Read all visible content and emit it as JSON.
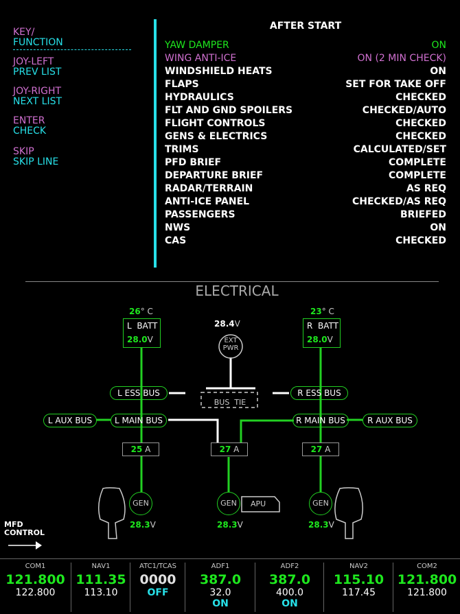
{
  "keys": [
    {
      "top": "KEY/",
      "bottom": "FUNCTION"
    },
    {
      "top": "JOY-LEFT",
      "bottom": "PREV LIST"
    },
    {
      "top": "JOY-RIGHT",
      "bottom": "NEXT LIST"
    },
    {
      "top": "ENTER",
      "bottom": "CHECK"
    },
    {
      "top": "SKIP",
      "bottom": "SKIP LINE"
    }
  ],
  "checklist": {
    "title": "AFTER START",
    "items": [
      {
        "item": "YAW DAMPER",
        "value": "ON",
        "state": "done"
      },
      {
        "item": "WING ANTI-ICE",
        "value": "ON (2 MIN CHECK)",
        "state": "active"
      },
      {
        "item": "WINDSHIELD HEATS",
        "value": "ON",
        "state": "pending"
      },
      {
        "item": "FLAPS",
        "value": "SET FOR TAKE OFF",
        "state": "pending"
      },
      {
        "item": "HYDRAULICS",
        "value": "CHECKED",
        "state": "pending"
      },
      {
        "item": "FLT AND GND SPOILERS",
        "value": "CHECKED/AUTO",
        "state": "pending"
      },
      {
        "item": "FLIGHT CONTROLS",
        "value": "CHECKED",
        "state": "pending"
      },
      {
        "item": "GENS & ELECTRICS",
        "value": "CHECKED",
        "state": "pending"
      },
      {
        "item": "TRIMS",
        "value": "CALCULATED/SET",
        "state": "pending"
      },
      {
        "item": "PFD BRIEF",
        "value": "COMPLETE",
        "state": "pending"
      },
      {
        "item": "DEPARTURE BRIEF",
        "value": "COMPLETE",
        "state": "pending"
      },
      {
        "item": "RADAR/TERRAIN",
        "value": "AS REQ",
        "state": "pending"
      },
      {
        "item": "ANTI-ICE PANEL",
        "value": "CHECKED/AS REQ",
        "state": "pending"
      },
      {
        "item": "PASSENGERS",
        "value": "BRIEFED",
        "state": "pending"
      },
      {
        "item": "NWS",
        "value": "ON",
        "state": "pending"
      },
      {
        "item": "CAS",
        "value": "CHECKED",
        "state": "pending"
      }
    ]
  },
  "electrical": {
    "title": "ELECTRICAL",
    "l_batt": {
      "label": "L  BATT",
      "temp": "26",
      "volt": "28.0"
    },
    "r_batt": {
      "label": "R  BATT",
      "temp": "23",
      "volt": "28.0"
    },
    "temp_unit": "° C",
    "ext_pwr": {
      "label1": "EXT",
      "label2": "PWR",
      "volt": "28.4"
    },
    "volt_unit": "V",
    "amp_unit": "A",
    "buses": {
      "l_ess": "L ESS BUS",
      "r_ess": "R ESS BUS",
      "bus_tie": "BUS  TIE",
      "l_aux": "L AUX BUS",
      "l_main": "L MAIN BUS",
      "r_main": "R MAIN BUS",
      "r_aux": "R AUX BUS"
    },
    "amps": {
      "left": "25",
      "center": "27",
      "right": "27"
    },
    "gen_label": "GEN",
    "apu_label": "APU",
    "gen_volts": {
      "left": "28.3",
      "center": "28.3",
      "right": "28.3"
    }
  },
  "mfd_control": {
    "line1": "MFD",
    "line2": "CONTROL"
  },
  "radios": [
    {
      "label": "COM1",
      "active": "121.800",
      "standby": "122.800",
      "extra": ""
    },
    {
      "label": "NAV1",
      "active": "111.35",
      "standby": "113.10",
      "extra": ""
    },
    {
      "label": "ATC1/TCAS",
      "active": "0000",
      "standby": "",
      "extra": "OFF"
    },
    {
      "label": "ADF1",
      "active": "387.0",
      "standby": "32.0",
      "extra": "ON"
    },
    {
      "label": "ADF2",
      "active": "387.0",
      "standby": "400.0",
      "extra": "ON"
    },
    {
      "label": "NAV2",
      "active": "115.10",
      "standby": "117.45",
      "extra": ""
    },
    {
      "label": "COM2",
      "active": "121.800",
      "standby": "121.800",
      "extra": ""
    }
  ],
  "colors": {
    "done": "#1ee81e",
    "active": "#d070d0",
    "pending": "#ffffff",
    "cyan": "#27e0e8",
    "bus_green": "#22d022"
  }
}
